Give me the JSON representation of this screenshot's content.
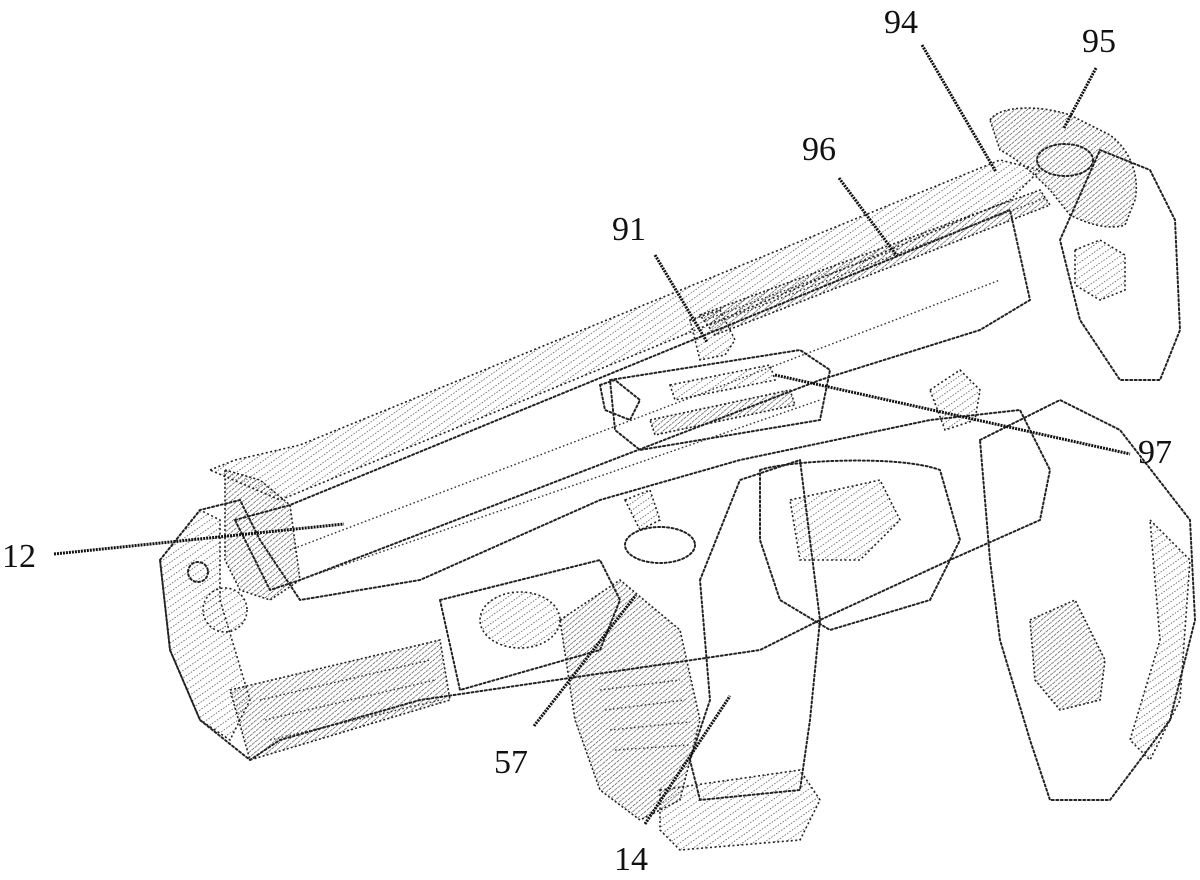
{
  "figure": {
    "type": "patent-drawing",
    "style": "stippled isometric line drawing",
    "subject": "handgun frame with slide and accessory rail assembly",
    "ink_color": "#111111",
    "background_color": "#ffffff"
  },
  "references": [
    {
      "id": "94",
      "label": "94"
    },
    {
      "id": "95",
      "label": "95"
    },
    {
      "id": "96",
      "label": "96"
    },
    {
      "id": "91",
      "label": "91"
    },
    {
      "id": "97",
      "label": "97"
    },
    {
      "id": "12",
      "label": "12"
    },
    {
      "id": "57",
      "label": "57"
    },
    {
      "id": "14",
      "label": "14"
    }
  ]
}
